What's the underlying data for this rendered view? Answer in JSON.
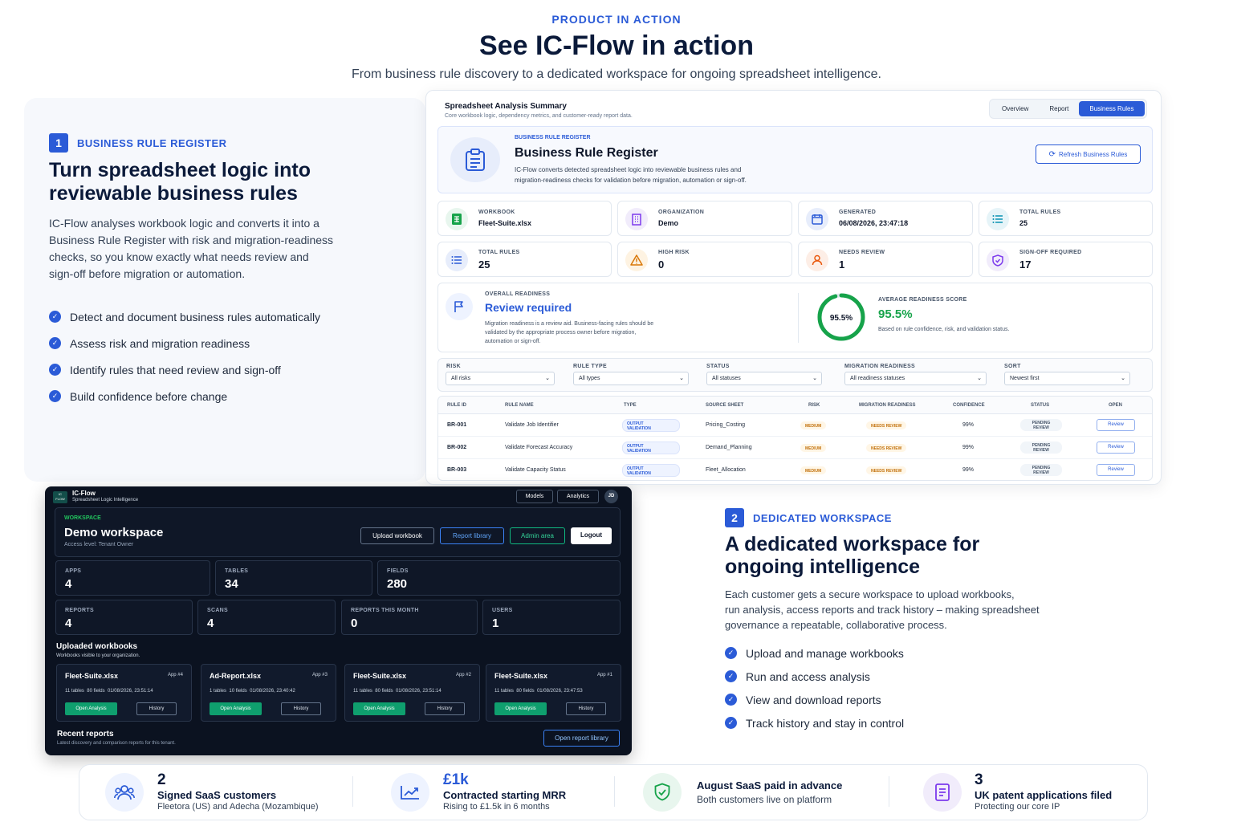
{
  "header": {
    "eyebrow": "PRODUCT IN ACTION",
    "title": "See IC-Flow in action",
    "subtitle": "From business rule discovery to a dedicated workspace for ongoing spreadsheet intelligence."
  },
  "section1": {
    "number": "1",
    "eyebrow": "BUSINESS RULE REGISTER",
    "title_line1": "Turn spreadsheet logic into",
    "title_line2": "reviewable business rules",
    "body_line1": "IC-Flow analyses workbook logic and converts it into a",
    "body_line2": "Business Rule Register with risk and migration-readiness",
    "body_line3": "checks, so you know exactly what needs review and",
    "body_line4": "sign-off before migration or automation.",
    "bullets": [
      "Detect and document business rules automatically",
      "Assess risk and migration readiness",
      "Identify rules that need review and sign-off",
      "Build confidence before change"
    ]
  },
  "panel": {
    "title": "Spreadsheet Analysis Summary",
    "subtitle": "Core workbook logic, dependency metrics, and customer-ready report data.",
    "tabs": [
      "Overview",
      "Report",
      "Business Rules"
    ],
    "banner": {
      "eyebrow": "BUSINESS RULE REGISTER",
      "title": "Business Rule Register",
      "desc_line1": "IC-Flow converts detected spreadsheet logic into reviewable business rules and",
      "desc_line2": "migration-readiness checks for validation before migration, automation or sign-off.",
      "refresh": "Refresh Business Rules"
    },
    "meta": [
      {
        "label": "WORKBOOK",
        "value": "Fleet-Suite.xlsx"
      },
      {
        "label": "ORGANIZATION",
        "value": "Demo"
      },
      {
        "label": "GENERATED",
        "value": "06/08/2026, 23:47:18"
      },
      {
        "label": "TOTAL RULES",
        "value": "25"
      }
    ],
    "metrics": [
      {
        "label": "TOTAL RULES",
        "value": "25"
      },
      {
        "label": "HIGH RISK",
        "value": "0"
      },
      {
        "label": "NEEDS REVIEW",
        "value": "1"
      },
      {
        "label": "SIGN-OFF REQUIRED",
        "value": "17"
      }
    ],
    "readiness": {
      "eyebrow": "OVERALL READINESS",
      "title": "Review required",
      "desc_line1": "Migration readiness is a review aid. Business-facing rules should be",
      "desc_line2": "validated by the appropriate process owner before migration,",
      "desc_line3": "automation or sign-off.",
      "score_label": "AVERAGE READINESS SCORE",
      "score": "95.5%",
      "score_pct": 95.5,
      "score_note": "Based on rule confidence, risk, and validation status."
    },
    "filters": [
      {
        "label": "RISK",
        "value": "All risks"
      },
      {
        "label": "RULE TYPE",
        "value": "All types"
      },
      {
        "label": "STATUS",
        "value": "All statuses"
      },
      {
        "label": "MIGRATION READINESS",
        "value": "All readiness statuses"
      },
      {
        "label": "SORT",
        "value": "Newest first"
      }
    ],
    "table": {
      "headers": [
        "RULE ID",
        "RULE NAME",
        "TYPE",
        "SOURCE SHEET",
        "RISK",
        "MIGRATION READINESS",
        "CONFIDENCE",
        "STATUS",
        "OPEN"
      ],
      "rows": [
        {
          "id": "BR-001",
          "name": "Validate Job Identifier",
          "type_1": "OUTPUT",
          "type_2": "VALIDATION",
          "sheet": "Pricing_Costing",
          "risk": "MEDIUM",
          "ready": "NEEDS REVIEW",
          "conf": "99%",
          "status_1": "PENDING",
          "status_2": "REVIEW",
          "open": "Review"
        },
        {
          "id": "BR-002",
          "name": "Validate Forecast Accuracy",
          "type_1": "OUTPUT",
          "type_2": "VALIDATION",
          "sheet": "Demand_Planning",
          "risk": "MEDIUM",
          "ready": "NEEDS REVIEW",
          "conf": "99%",
          "status_1": "PENDING",
          "status_2": "REVIEW",
          "open": "Review"
        },
        {
          "id": "BR-003",
          "name": "Validate Capacity Status",
          "type_1": "OUTPUT",
          "type_2": "VALIDATION",
          "sheet": "Fleet_Allocation",
          "risk": "MEDIUM",
          "ready": "NEEDS REVIEW",
          "conf": "99%",
          "status_1": "PENDING",
          "status_2": "REVIEW",
          "open": "Review"
        }
      ]
    }
  },
  "workspace": {
    "app_name": "IC-Flow",
    "app_tagline": "Spreadsheet Logic Intelligence",
    "logo_text_1": "IC",
    "logo_text_2": "FLOW",
    "top_models": "Models",
    "top_analytics": "Analytics",
    "avatar": "JD",
    "eyebrow": "WORKSPACE",
    "title": "Demo workspace",
    "access": "Access level: Tenant Owner",
    "btn_upload": "Upload workbook",
    "btn_report_lib": "Report library",
    "btn_admin": "Admin area",
    "btn_logout": "Logout",
    "stats_top": [
      {
        "label": "APPS",
        "value": "4"
      },
      {
        "label": "TABLES",
        "value": "34"
      },
      {
        "label": "FIELDS",
        "value": "280"
      }
    ],
    "stats_bottom": [
      {
        "label": "REPORTS",
        "value": "4"
      },
      {
        "label": "SCANS",
        "value": "4"
      },
      {
        "label": "REPORTS THIS MONTH",
        "value": "0"
      },
      {
        "label": "USERS",
        "value": "1"
      }
    ],
    "uploaded_title": "Uploaded workbooks",
    "uploaded_sub": "Workbooks visible to your organization.",
    "workbooks": [
      {
        "name": "Fleet-Suite.xlsx",
        "app": "App #4",
        "tables": "11 tables",
        "fields": "80 fields",
        "date": "01/08/2026, 23:51:14",
        "open": "Open Analysis",
        "history": "History"
      },
      {
        "name": "Ad-Report.xlsx",
        "app": "App #3",
        "tables": "1 tables",
        "fields": "10 fields",
        "date": "01/08/2026, 23:40:42",
        "open": "Open Analysis",
        "history": "History"
      },
      {
        "name": "Fleet-Suite.xlsx",
        "app": "App #2",
        "tables": "11 tables",
        "fields": "80 fields",
        "date": "01/08/2026, 23:51:14",
        "open": "Open Analysis",
        "history": "History"
      },
      {
        "name": "Fleet-Suite.xlsx",
        "app": "App #1",
        "tables": "11 tables",
        "fields": "80 fields",
        "date": "01/08/2026, 23:47:53",
        "open": "Open Analysis",
        "history": "History"
      }
    ],
    "recent_title": "Recent reports",
    "recent_sub": "Latest discovery and comparison reports for this tenant.",
    "open_report_lib": "Open report library"
  },
  "section2": {
    "number": "2",
    "eyebrow": "DEDICATED WORKSPACE",
    "title_line1": "A dedicated workspace for",
    "title_line2": "ongoing intelligence",
    "body_line1": "Each customer gets a secure workspace to upload workbooks,",
    "body_line2": "run analysis, access reports and track history – making spreadsheet",
    "body_line3": "governance a repeatable, collaborative process.",
    "bullets": [
      "Upload and manage workbooks",
      "Run and access analysis",
      "View and download reports",
      "Track history and stay in control"
    ]
  },
  "stats": [
    {
      "big": "2",
      "title": "Signed SaaS customers",
      "sub": "Fleetora (US) and Adecha (Mozambique)",
      "icon": "users-icon"
    },
    {
      "big": "£1k",
      "title": "Contracted starting MRR",
      "sub": "Rising to £1.5k in 6 months",
      "icon": "trend-up-icon"
    },
    {
      "big": "",
      "title": "August SaaS paid in advance",
      "sub": "Both customers live on platform",
      "icon": "shield-check-icon"
    },
    {
      "big": "3",
      "title": "UK patent applications filed",
      "sub": "Protecting our core IP",
      "icon": "document-icon"
    }
  ],
  "colors": {
    "accent": "#2b5bd7",
    "success": "#16a34a",
    "dark_bg": "#0b1220",
    "amber": "#c2710c"
  }
}
